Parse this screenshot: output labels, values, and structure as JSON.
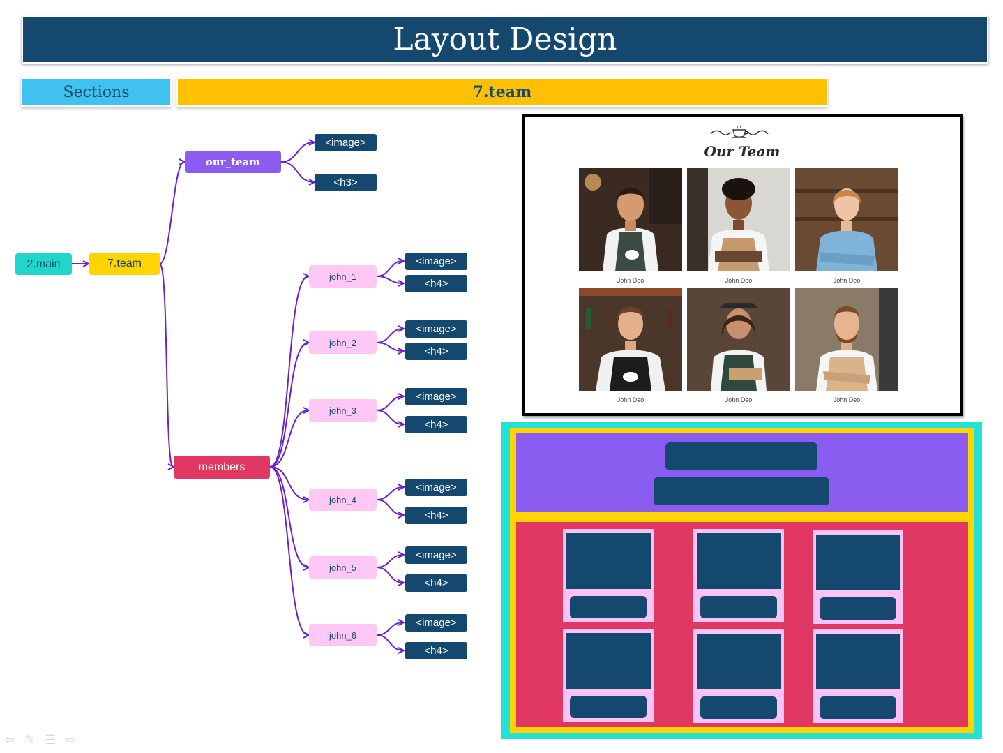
{
  "slide": {
    "title": "Layout Design",
    "sections_label": "Sections",
    "section_name": "7.team"
  },
  "tree": {
    "root": "2.main",
    "section": "7.team",
    "our_team": "our_team",
    "our_team_children": [
      "<image>",
      "<h3>"
    ],
    "members": "members",
    "members_list": [
      {
        "name": "john_1",
        "children": [
          "<image>",
          "<h4>"
        ]
      },
      {
        "name": "john_2",
        "children": [
          "<image>",
          "<h4>"
        ]
      },
      {
        "name": "john_3",
        "children": [
          "<image>",
          "<h4>"
        ]
      },
      {
        "name": "john_4",
        "children": [
          "<image>",
          "<h4>"
        ]
      },
      {
        "name": "john_5",
        "children": [
          "<image>",
          "<h4>"
        ]
      },
      {
        "name": "john_6",
        "children": [
          "<image>",
          "<h4>"
        ]
      }
    ]
  },
  "preview": {
    "heading": "Our Team",
    "captions": [
      "John Deo",
      "John Deo",
      "John Deo",
      "John Deo",
      "John Deo",
      "John Deo"
    ]
  },
  "colors": {
    "title_bg": "#15486e",
    "sections_bg": "#3fc2ef",
    "team_bg": "#ffc000",
    "main_node": "#20d5c9",
    "team_node": "#ffd400",
    "our_team_node": "#8a5cf0",
    "members_node": "#e03763",
    "john_node": "#ffc8f4",
    "tag_node": "#15486e",
    "connector": "#6b1fd0",
    "wireframe_outer": "#24e0d6",
    "wireframe_yellow": "#ffd400",
    "wireframe_header": "#8a5cf0",
    "wireframe_members": "#e03763"
  },
  "icons": [
    "arrow-left-icon",
    "pen-icon",
    "menu-icon",
    "arrow-right-icon"
  ]
}
